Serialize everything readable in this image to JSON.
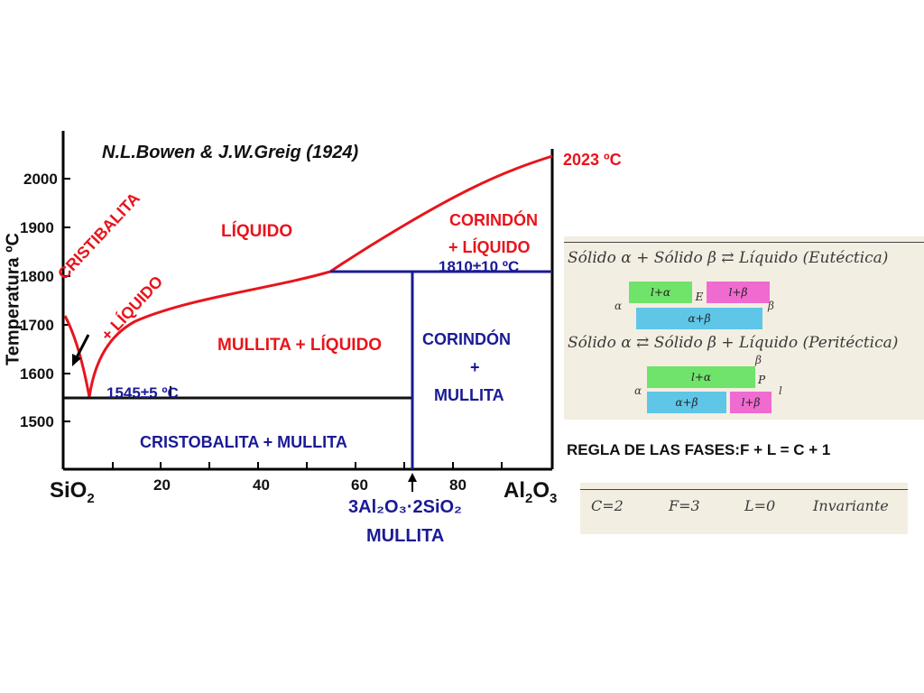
{
  "diagram": {
    "title": "N.L.Bowen & J.W.Greig (1924)",
    "y_axis_label": "Temperatura ºC",
    "y_ticks": [
      "2000",
      "1900",
      "1800",
      "1700",
      "1600",
      "1500"
    ],
    "x_ticks": [
      "20",
      "40",
      "60",
      "80"
    ],
    "left_component": "SiO",
    "left_component_sub": "2",
    "right_component": "Al",
    "right_component_sub1": "2",
    "right_component_o": "O",
    "right_component_sub2": "3",
    "melting_point_label": "2023 ºC",
    "regions": {
      "liquid": "LÍQUIDO",
      "corundum_liquid_1": "CORINDÓN",
      "corundum_liquid_2": "+ LÍQUIDO",
      "cristobalite_liquid_1": "CRISTIBALITA",
      "cristobalite_liquid_2": "+ LÍQUIDO",
      "mullite_liquid": "MULLITA + LÍQUIDO",
      "corundum_mullite_1": "CORINDÓN",
      "corundum_mullite_2": "+",
      "corundum_mullite_3": "MULLITA",
      "cristobalite_mullite": "CRISTOBALITA + MULLITA"
    },
    "eutectic_label": "1545±5 ºC",
    "peritectic_label": "1810±10 ºC",
    "mullite_formula": "3Al₂O₃·2SiO₂",
    "mullite_name": "MULLITA"
  },
  "phase_rule": {
    "title": "REGLA DE LAS FASES:F + L = C + 1"
  },
  "notes_top": {
    "line1": "Sólido α + Sólido β ⇄ Líquido (Eutéctica)",
    "line2": "Sólido α ⇄ Sólido β + Líquido (Peritéctica)",
    "eutectic_cells": [
      "l+α",
      "E",
      "l+β",
      "α+β"
    ],
    "peritectic_cells": [
      "l+α",
      "P",
      "α+β",
      "l+β"
    ],
    "greek": [
      "α",
      "β",
      "α",
      "β",
      "l"
    ]
  },
  "notes_bottom": {
    "c": "C=2",
    "f": "F=3",
    "l": "L=0",
    "status": "Invariante"
  }
}
